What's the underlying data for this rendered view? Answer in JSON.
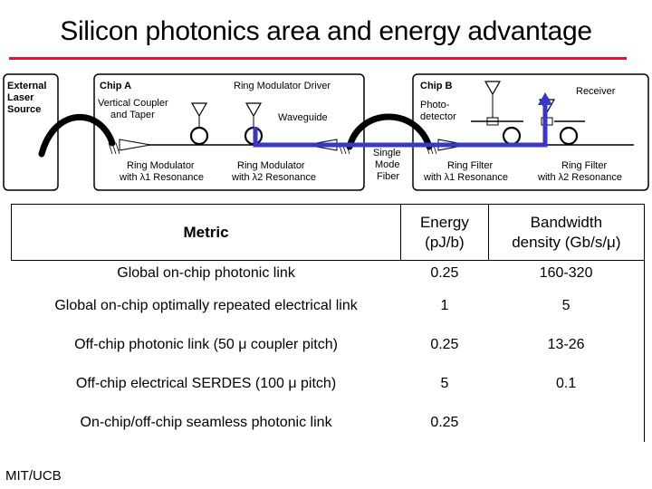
{
  "slide": {
    "title": "Silicon photonics area and energy advantage",
    "footer": "MIT/UCB"
  },
  "diagram": {
    "external_laser": [
      "External",
      "Laser",
      "Source"
    ],
    "chip_a": "Chip A",
    "chip_b": "Chip B",
    "vertical_coupler": [
      "Vertical Coupler",
      "and Taper"
    ],
    "ring_modulator_driver": "Ring Modulator Driver",
    "waveguide": "Waveguide",
    "single_mode_fiber": [
      "Single",
      "Mode",
      "Fiber"
    ],
    "photodetector": [
      "Photo-",
      "detector"
    ],
    "receiver": "Receiver",
    "ring_modulator_1": [
      "Ring Modulator",
      "with λ1 Resonance"
    ],
    "ring_modulator_2": [
      "Ring Modulator",
      "with λ2 Resonance"
    ],
    "ring_filter_1": [
      "Ring Filter",
      "with λ1 Resonance"
    ],
    "ring_filter_2": [
      "Ring Filter",
      "with λ2 Resonance"
    ],
    "highlight_color": "#3a36c8"
  },
  "table": {
    "headers": {
      "metric": "Metric",
      "energy": [
        "Energy",
        "(pJ/b)"
      ],
      "bandwidth": [
        "Bandwidth",
        "density (Gb/s/μ)"
      ]
    },
    "rows": [
      {
        "metric": "Global on-chip photonic link",
        "energy": "0.25",
        "bandwidth": "160-320"
      },
      {
        "metric": "Global on-chip optimally repeated electrical link",
        "energy": "1",
        "bandwidth": "5"
      },
      {
        "metric": "Off-chip photonic link (50 μ coupler pitch)",
        "energy": "0.25",
        "bandwidth": "13-26"
      },
      {
        "metric": "Off-chip electrical SERDES (100 μ pitch)",
        "energy": "5",
        "bandwidth": "0.1"
      },
      {
        "metric": "On-chip/off-chip seamless photonic link",
        "energy": "0.25",
        "bandwidth": ""
      }
    ]
  }
}
